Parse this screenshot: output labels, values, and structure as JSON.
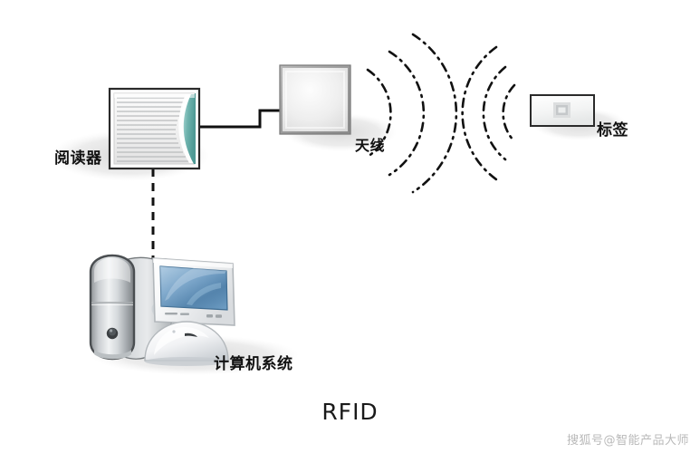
{
  "diagram": {
    "title": "RFID",
    "watermark": "搜狐号@智能产品大师",
    "nodes": {
      "reader": {
        "label": "阅读器",
        "icon": "rfid-reader-icon"
      },
      "antenna": {
        "label": "天线",
        "icon": "antenna-panel-icon"
      },
      "tag": {
        "label": "标签",
        "icon": "rfid-tag-icon"
      },
      "computer": {
        "label": "计算机系统",
        "icon": "desktop-computer-icon"
      }
    },
    "connections": {
      "reader_to_antenna": "solid-stepped-line",
      "reader_to_computer": "dashed-vertical-line",
      "antenna_to_tag": "radio-wave-arcs"
    },
    "colors": {
      "line": "#111111",
      "reader_accent": "#6fb3ae",
      "antenna_fill": "#e8e8e8",
      "screen": "#6f9fc8",
      "shadow": "#e2e2e2",
      "title": "#1a1a1a",
      "watermark": "#b9b9b9"
    },
    "wave_arcs": {
      "from_antenna": 3,
      "to_tag": 3,
      "style": "dash-dot"
    }
  }
}
